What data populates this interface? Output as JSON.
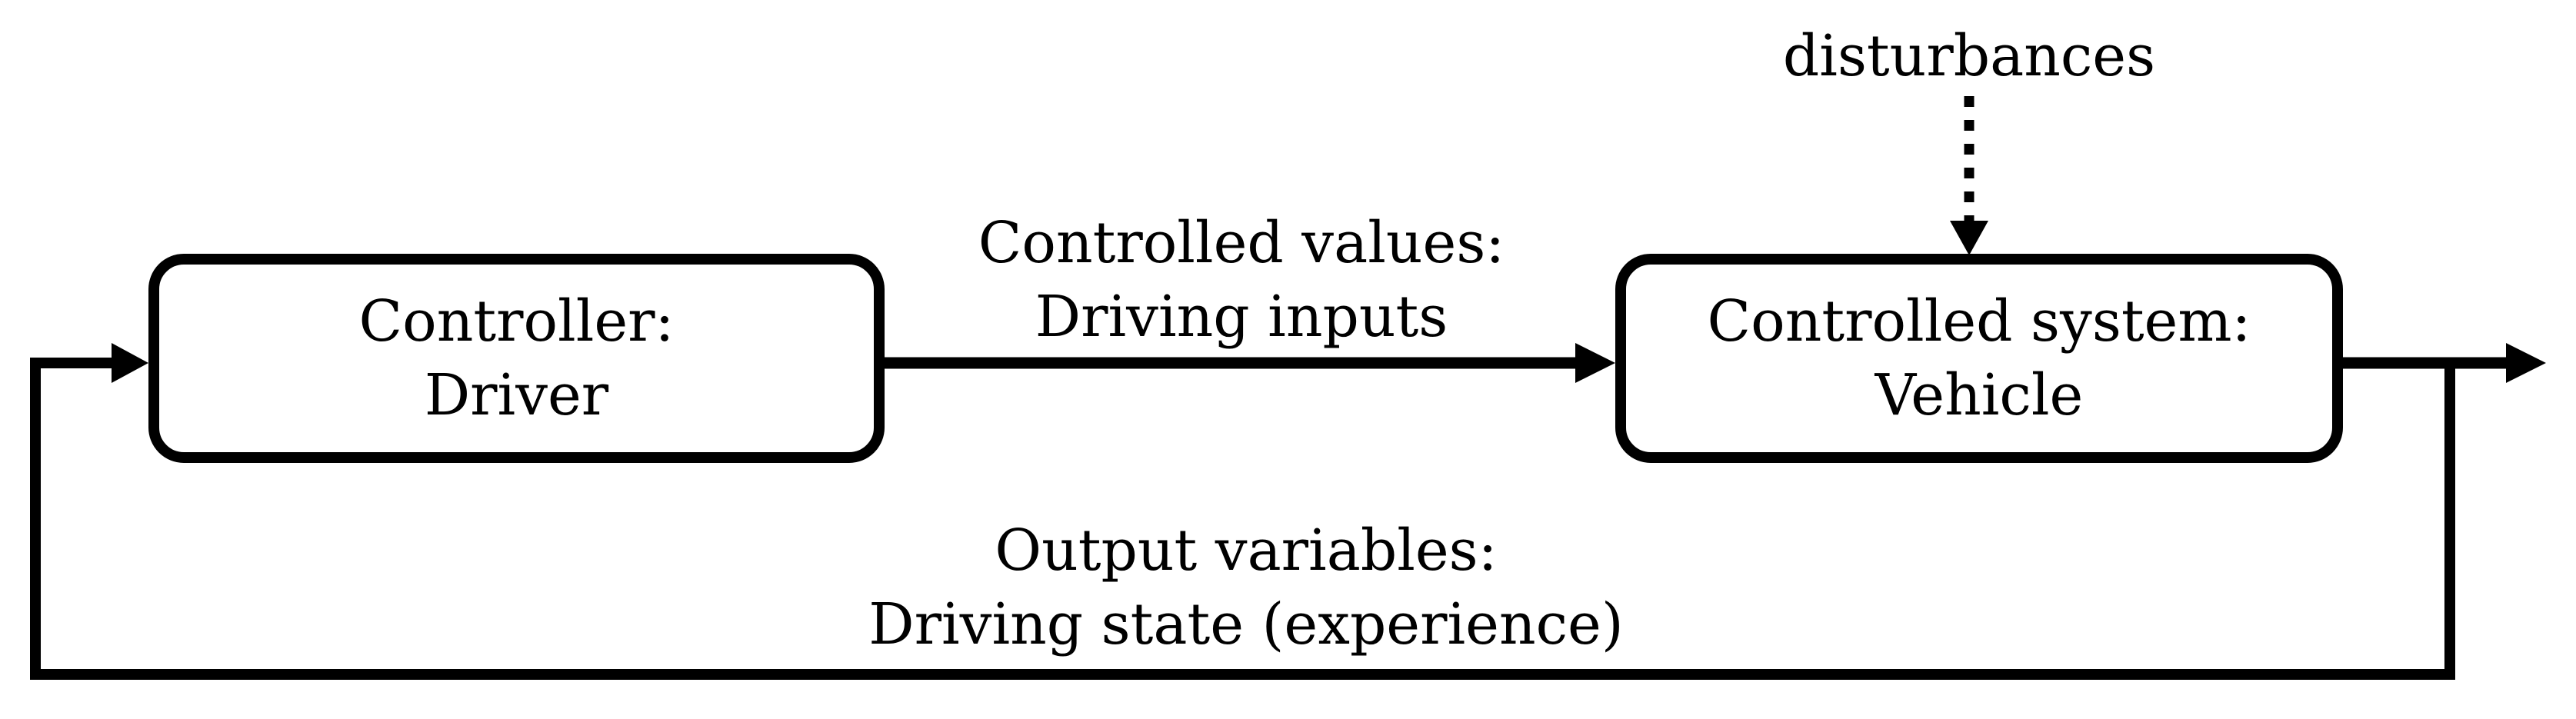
{
  "diagram": {
    "title_hint": "closed-loop driver-vehicle control diagram",
    "colors": {
      "line": "#000000",
      "background": "#ffffff",
      "box_fill": "#ffffff",
      "text": "#000000"
    },
    "controller_box": {
      "line1": "Controller:",
      "line2": "Driver"
    },
    "controlled_system_box": {
      "line1": "Controlled system:",
      "line2": "Vehicle"
    },
    "forward_label": {
      "line1": "Controlled values:",
      "line2": "Driving inputs"
    },
    "feedback_label": {
      "line1": "Output variables:",
      "line2": "Driving state (experience)"
    },
    "disturbance_label": "disturbances"
  }
}
